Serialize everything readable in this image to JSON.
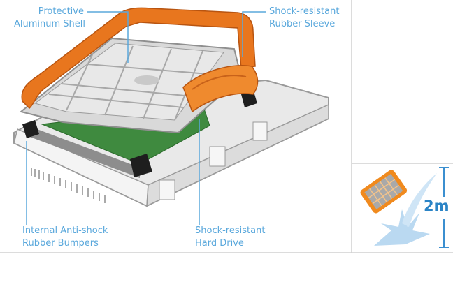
{
  "labels": {
    "shell": [
      "Protective",
      "Aluminum Shell"
    ],
    "sleeve": [
      "Shock-resistant",
      "Rubber Sleeve"
    ],
    "bumpers": [
      "Internal Anti-shock",
      "Rubber Bumpers"
    ],
    "drive": [
      "Shock-resistant",
      "Hard Drive"
    ]
  },
  "drop_height": "2m",
  "colors": {
    "label": "#5aa8dc",
    "orange": "#e8761e",
    "border": "#d0d0d0"
  }
}
